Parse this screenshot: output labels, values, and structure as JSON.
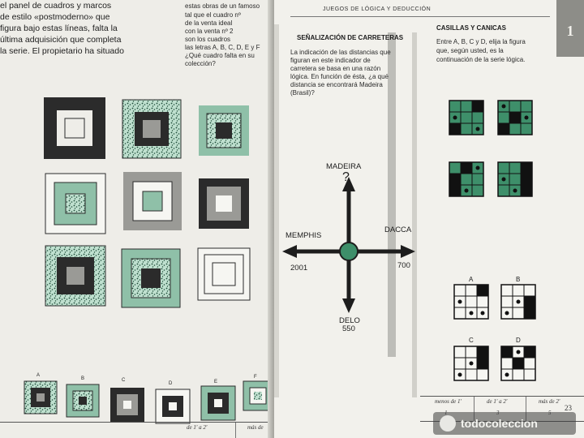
{
  "left_page": {
    "col1_lines": [
      "el panel de cuadros y marcos",
      "de estilo «postmoderno» que",
      "figura bajo estas líneas, falta la",
      "última adquisición que completa",
      "la serie. El propietario ha situado"
    ],
    "col2_lines": [
      "estas obras de un famoso",
      "tal que el cuadro nº",
      "de la venta ideal",
      "con la venta nº 2",
      "son los cuadros",
      "las letras A, B, C, D, E y F",
      "¿Qué cuadro falta en su",
      "colección?"
    ],
    "options": [
      "A",
      "B",
      "C",
      "D",
      "E",
      "F"
    ],
    "table_cells": [
      "de 1' a 2'",
      "más de"
    ]
  },
  "right_page": {
    "header": "JUEGOS DE LÓGICA Y DEDUCCIÓN",
    "page_tab": "1",
    "road": {
      "title": "SEÑALIZACIÓN DE CARRETERAS",
      "text_lines": [
        "La indicación de las distancias que",
        "figuran en este indicador de",
        "carretera se basa en una razón",
        "lógica. En función de ésta, ¿a qué",
        "distancia se encontrará Madeira",
        "(Brasil)?"
      ],
      "north_label": "MADEIRA",
      "north_value": "?",
      "west_label": "MEMPHIS",
      "west_value": "2001",
      "east_label": "DACCA",
      "east_value": "700",
      "south_label": "DELO",
      "south_value": "550"
    },
    "marbles": {
      "title": "CASILLAS Y CANICAS",
      "text_lines": [
        "Entre A, B, C y D, elija la figura",
        "que, según usted, es la",
        "continuación de la serie lógica."
      ],
      "options": [
        "A",
        "B",
        "C",
        "D"
      ]
    },
    "table": {
      "cells": [
        "menos de 1'",
        "de 1' a 2'",
        "más de 2'"
      ],
      "values": [
        "1",
        "3",
        "5"
      ],
      "page_number": "23"
    }
  },
  "watermark": "todocoleccion",
  "colors": {
    "green": "#3e8f6a",
    "light_green": "#8fc0a8",
    "dark": "#2b2b2b",
    "grey": "#9a9a96"
  }
}
